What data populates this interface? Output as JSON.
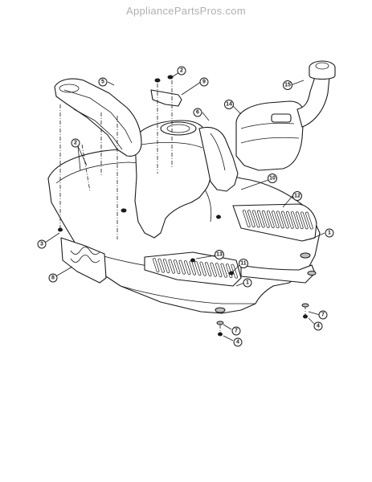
{
  "watermark": "AppliancePartsPros.com",
  "callouts": [
    {
      "id": "c1",
      "label": "1"
    },
    {
      "id": "c2",
      "label": "2"
    },
    {
      "id": "c3",
      "label": "2"
    },
    {
      "id": "c4",
      "label": "3"
    },
    {
      "id": "c5",
      "label": "4"
    },
    {
      "id": "c6",
      "label": "4"
    },
    {
      "id": "c7",
      "label": "5"
    },
    {
      "id": "c8",
      "label": "6"
    },
    {
      "id": "c9",
      "label": "7"
    },
    {
      "id": "c10",
      "label": "7"
    },
    {
      "id": "c11",
      "label": "8"
    },
    {
      "id": "c12",
      "label": "9"
    },
    {
      "id": "c13",
      "label": "10"
    },
    {
      "id": "c14",
      "label": "11"
    },
    {
      "id": "c15",
      "label": "12"
    },
    {
      "id": "c16",
      "label": "13"
    },
    {
      "id": "c17",
      "label": "14"
    },
    {
      "id": "c18",
      "label": "15"
    },
    {
      "id": "c19",
      "label": "1"
    }
  ]
}
